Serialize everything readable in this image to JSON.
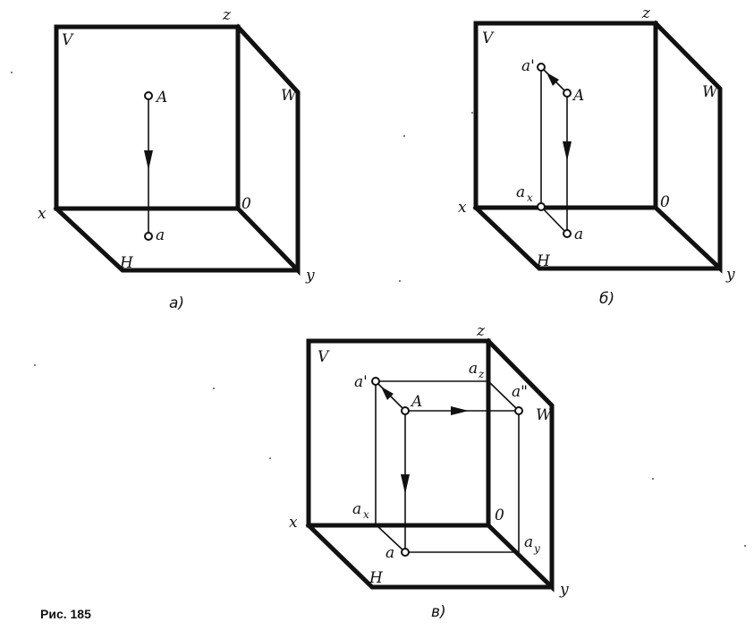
{
  "figure_caption": "Рис. 185",
  "panels": {
    "a": {
      "caption": "а)",
      "labels": {
        "z": "z",
        "V": "V",
        "W": "W",
        "x": "x",
        "O": "0",
        "H": "H",
        "y": "y",
        "A": "A",
        "a": "a"
      }
    },
    "b": {
      "caption": "б)",
      "labels": {
        "z": "z",
        "V": "V",
        "W": "W",
        "x": "x",
        "O": "0",
        "H": "H",
        "y": "y",
        "A": "A",
        "a": "a",
        "a_prime": "a'",
        "ax": "a",
        "ax_sub": "x"
      }
    },
    "c": {
      "caption": "в)",
      "labels": {
        "z": "z",
        "V": "V",
        "W": "W",
        "x": "x",
        "O": "0",
        "H": "H",
        "y": "y",
        "A": "A",
        "a": "a",
        "a_prime": "a'",
        "a_dprime": "a\"",
        "ax": "a",
        "ax_sub": "x",
        "az": "a",
        "az_sub": "z",
        "ay": "a",
        "ay_sub": "y"
      }
    }
  }
}
